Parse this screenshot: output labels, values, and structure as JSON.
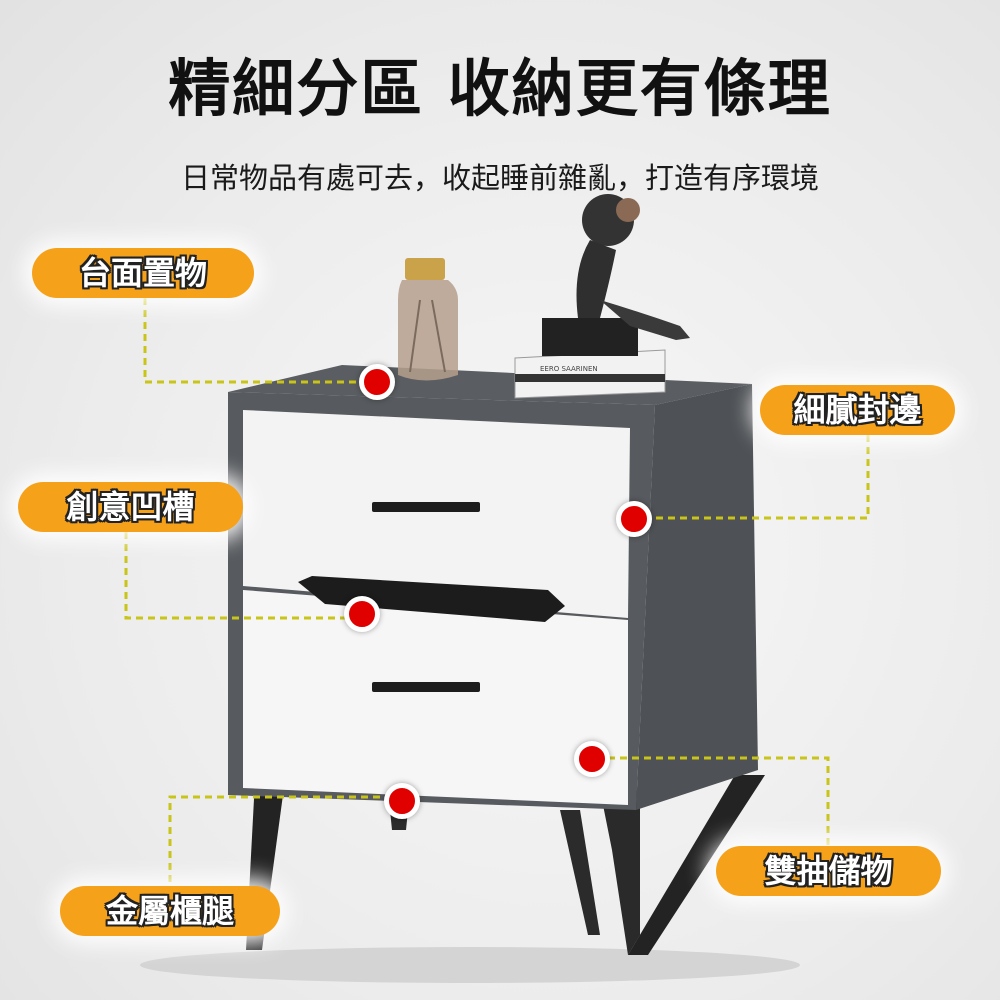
{
  "headline": "精細分區 收納更有條理",
  "subline": "日常物品有處可去，收起睡前雜亂，打造有序環境",
  "callouts": {
    "top": "台面置物",
    "edge": "細膩封邊",
    "groove": "創意凹槽",
    "drawers": "雙抽儲物",
    "legs": "金屬櫃腿"
  },
  "book_text": "EERO SAARINEN",
  "colors": {
    "cabinet": "#55585c",
    "drawer": "#f4f4f4",
    "pill": "#f6a11a",
    "dot": "#e00000",
    "leader": "#c9c418"
  }
}
